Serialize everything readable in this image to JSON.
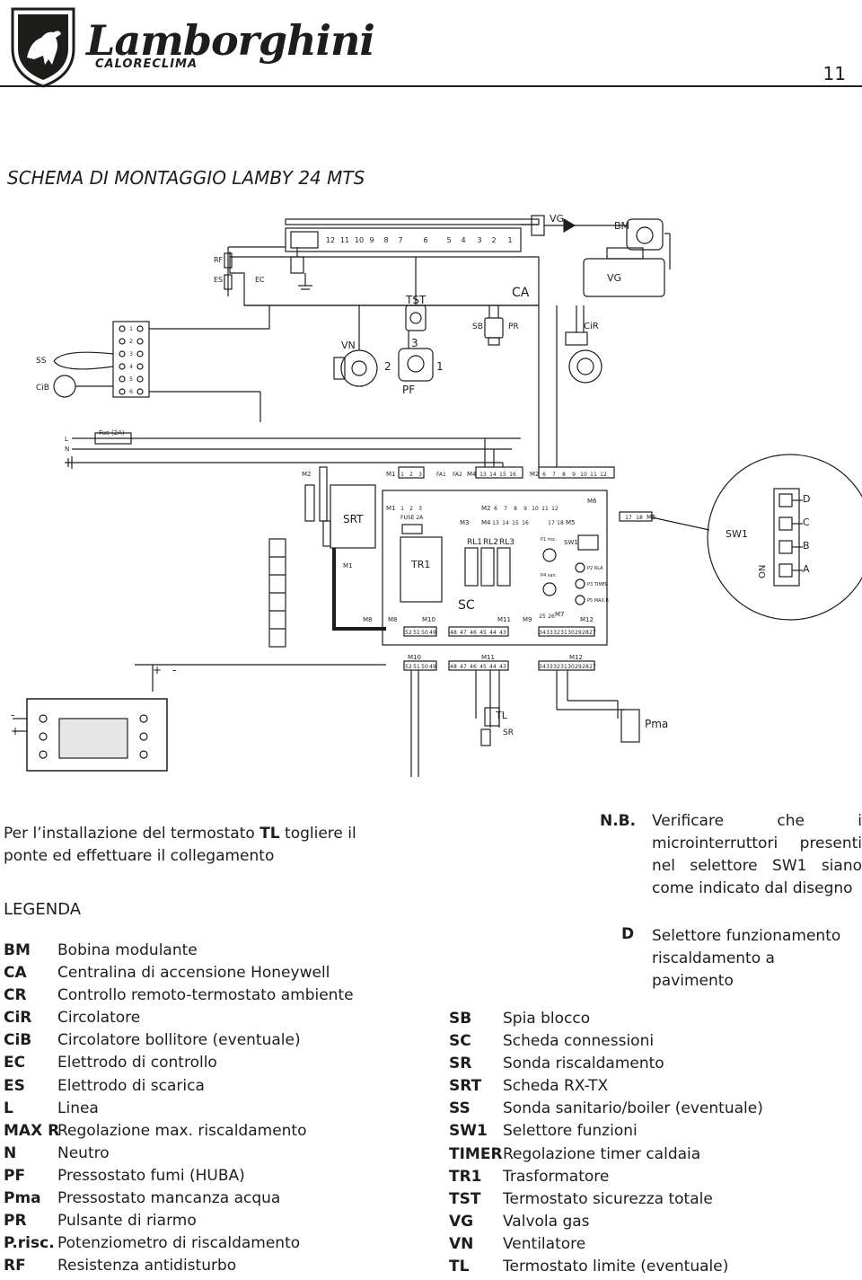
{
  "header": {
    "brand": "Lamborghini",
    "sub_brand": "CALORECLIMA",
    "page_number": "11"
  },
  "title": "SCHEMA DI MONTAGGIO LAMBY 24 MTS",
  "diagram_labels": {
    "vg_top": "VG",
    "bm": "BM",
    "vg": "VG",
    "rf": "RF",
    "es": "ES",
    "ec": "EC",
    "ca": "CA",
    "tst": "TST",
    "sb": "SB",
    "pr": "PR",
    "cir": "CiR",
    "vn": "VN",
    "ss": "SS",
    "cib": "CiB",
    "pf": "PF",
    "p3": "3",
    "p2": "2",
    "p1": "1",
    "l": "L",
    "n": "N",
    "fus": "Fus (2A)",
    "m2": "M2",
    "m1": "M1",
    "m4": "M4",
    "m3": "M3",
    "m5": "M5",
    "m6": "M6",
    "m7": "M7",
    "m8": "M8",
    "m9": "M9",
    "m10": "M10",
    "m11": "M11",
    "m12": "M12",
    "srt": "SRT",
    "tr1": "TR1",
    "sc": "SC",
    "rl1": "RL1",
    "rl2": "RL2",
    "rl3": "RL3",
    "fuse": "FUSE 2A",
    "fa1": "FA1",
    "fa2": "FA2",
    "sw1_small": "SW1",
    "p1risc": "P1 risc.",
    "p4san": "P4 san.",
    "p2rla": "P2 RLA",
    "p3timer": "P3 TIMER",
    "p5max": "P5 MAX.R",
    "sw1": "SW1",
    "on": "ON",
    "sw_d": "D",
    "sw_c": "C",
    "sw_b": "B",
    "sw_a": "A",
    "plus": "+",
    "minus": "-",
    "tl": "TL",
    "sr": "SR",
    "pma": "Pma",
    "term_top": [
      "12",
      "11",
      "10",
      "9",
      "8",
      "7",
      "6",
      "5",
      "4",
      "3",
      "2",
      "1"
    ],
    "m1_pins": [
      "1",
      "2",
      "3"
    ],
    "m4_pins": [
      "13",
      "14",
      "15",
      "16"
    ],
    "m2_pins": [
      "6",
      "7",
      "8",
      "9",
      "10",
      "11",
      "12"
    ],
    "m5_pins": [
      "17",
      "18"
    ],
    "m10_pins": [
      "52",
      "51",
      "50",
      "49"
    ],
    "m11_pins": [
      "48",
      "47",
      "46",
      "45",
      "44",
      "43"
    ],
    "m12_pins": [
      "34",
      "33",
      "32",
      "31",
      "30",
      "29",
      "28",
      "27"
    ],
    "m7_pins": [
      "25",
      "26"
    ],
    "ss_pins": [
      "1",
      "2",
      "3",
      "4",
      "5",
      "6"
    ]
  },
  "note": "Per l’installazione del termostato TL togliere il ponte ed effettuare il collegamento",
  "note_bold": "TL",
  "legend_title": "LEGENDA",
  "legend_left": [
    {
      "key": "BM",
      "value": "Bobina modulante"
    },
    {
      "key": "CA",
      "value": "Centralina di accensione Honeywell"
    },
    {
      "key": "CR",
      "value": "Controllo remoto-termostato ambiente"
    },
    {
      "key": "CiR",
      "value": "Circolatore"
    },
    {
      "key": "CiB",
      "value": "Circolatore bollitore (eventuale)"
    },
    {
      "key": "EC",
      "value": "Elettrodo di controllo"
    },
    {
      "key": "ES",
      "value": "Elettrodo di scarica"
    },
    {
      "key": "L",
      "value": "Linea"
    },
    {
      "key": "MAX R",
      "value": "Regolazione max. riscaldamento"
    },
    {
      "key": "N",
      "value": "Neutro"
    },
    {
      "key": "PF",
      "value": "Pressostato fumi (HUBA)"
    },
    {
      "key": "Pma",
      "value": "Pressostato mancanza acqua"
    },
    {
      "key": "PR",
      "value": "Pulsante di riarmo"
    },
    {
      "key": "P.risc.",
      "value": "Potenziometro di riscaldamento"
    },
    {
      "key": "RF",
      "value": "Resistenza antidisturbo"
    }
  ],
  "legend_right": [
    {
      "key": "SB",
      "value": "Spia blocco"
    },
    {
      "key": "SC",
      "value": "Scheda connessioni"
    },
    {
      "key": "SR",
      "value": "Sonda riscaldamento"
    },
    {
      "key": "SRT",
      "value": "Scheda RX-TX"
    },
    {
      "key": "SS",
      "value": "Sonda sanitario/boiler (eventuale)"
    },
    {
      "key": "SW1",
      "value": "Selettore funzioni"
    },
    {
      "key": "TIMER",
      "value": "Regolazione timer caldaia"
    },
    {
      "key": "TR1",
      "value": "Trasformatore"
    },
    {
      "key": "TST",
      "value": "Termostato sicurezza totale"
    },
    {
      "key": "VG",
      "value": "Valvola gas"
    },
    {
      "key": "VN",
      "value": "Ventilatore"
    },
    {
      "key": "TL",
      "value": "Termostato limite (eventuale)"
    }
  ],
  "nb": {
    "label": "N.B.",
    "text": "Verificare che i microinterruttori presenti nel selettore SW1 siano come indicato dal disegno",
    "d_key": "D",
    "d_text": "Selettore funzionamento riscaldamento a pavimento"
  }
}
